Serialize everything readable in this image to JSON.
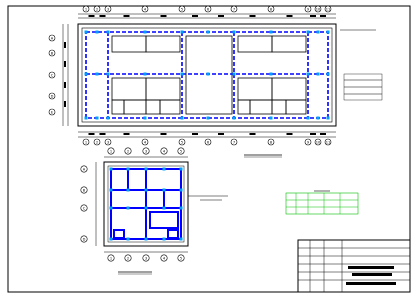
{
  "sheet": {
    "background": "#ffffff",
    "line_color": "#000000",
    "beam_color": "#0000ff",
    "column_color": "#00a0ff",
    "table_color": "#00c000",
    "dimension_color": "#000000"
  },
  "top_plan": {
    "axis_bubbles_top": [
      "1",
      "2",
      "3",
      "4",
      "5",
      "6",
      "7",
      "8",
      "9",
      "10",
      "11"
    ],
    "axis_bubbles_bottom": [
      "1",
      "2",
      "3",
      "4",
      "5",
      "6",
      "7",
      "8",
      "9",
      "10",
      "11"
    ],
    "axis_bubbles_left": [
      "A",
      "B",
      "C",
      "D",
      "E"
    ],
    "title_placeholder": "",
    "note_lines": [
      "",
      "",
      ""
    ]
  },
  "bottom_plan": {
    "axis_bubbles_top": [
      "1",
      "2",
      "3",
      "4",
      "5"
    ],
    "axis_bubbles_bottom": [
      "1",
      "2",
      "3",
      "4",
      "5"
    ],
    "axis_bubbles_left": [
      "A",
      "B",
      "C",
      "D"
    ],
    "title_placeholder": ""
  },
  "table": {
    "title": "",
    "headers": [
      "",
      "",
      "",
      "",
      ""
    ],
    "rows": [
      [
        "",
        "",
        "",
        "",
        ""
      ],
      [
        "",
        "",
        "",
        "",
        ""
      ]
    ]
  },
  "title_block": {
    "lines": [
      "",
      "",
      ""
    ]
  }
}
